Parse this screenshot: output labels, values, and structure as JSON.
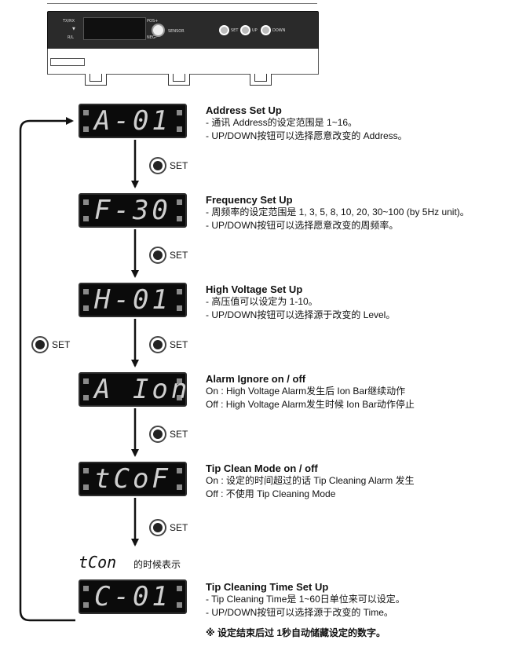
{
  "device": {
    "lcd_left_labels": [
      "TX/RX",
      "▼",
      "R/L"
    ],
    "lcd_right_labels": [
      "POS+",
      "NEG-"
    ],
    "sensor_label": "SENSOR",
    "buttons": [
      "SET",
      "UP",
      "DOWN"
    ]
  },
  "steps": [
    {
      "display": "A-01",
      "title": "Address Set Up",
      "lines": [
        "- 通讯 Address的设定范围是 1~16。",
        "- UP/DOWN按钮可以选择愿意改变的 Address。"
      ]
    },
    {
      "display": "F-30",
      "title": "Frequency Set Up",
      "lines": [
        "- 周频率的设定范围是 1, 3, 5, 8, 10, 20, 30~100 (by 5Hz unit)。",
        "- UP/DOWN按钮可以选择愿意改变的周频率。"
      ]
    },
    {
      "display": "H-01",
      "title": "High Voltage Set Up",
      "lines": [
        "- 高压值可以设定为 1-10。",
        "- UP/DOWN按钮可以选择源于改变的 Level。"
      ]
    },
    {
      "display": "A Ion",
      "title": "Alarm Ignore on / off",
      "lines": [
        "On : High Voltage Alarm发生后 Ion Bar继续动作",
        "Off : High Voltage Alarm发生时候 Ion Bar动作停止"
      ]
    },
    {
      "display": "tCoF",
      "title": "Tip Clean Mode on / off",
      "lines": [
        "On : 设定的时间超过的话 Tip Cleaning Alarm 发生",
        "Off : 不使用 Tip Cleaning Mode"
      ]
    },
    {
      "display": "C-01",
      "title": "Tip Cleaning Time Set Up",
      "lines": [
        "- Tip Cleaning Time是 1~60日单位来可以设定。",
        "- UP/DOWN按钮可以选择源于改变的 Time。"
      ]
    }
  ],
  "set_label": "SET",
  "tcon_display": "tCon",
  "tcon_caption": "的时候表示",
  "footnote": "※ 设定结束后过 1秒自动储藏设定的数字。",
  "colors": {
    "display_bg": "#0b0b0b",
    "segment": "#d0d0d0",
    "led": "#8a8a8a"
  }
}
